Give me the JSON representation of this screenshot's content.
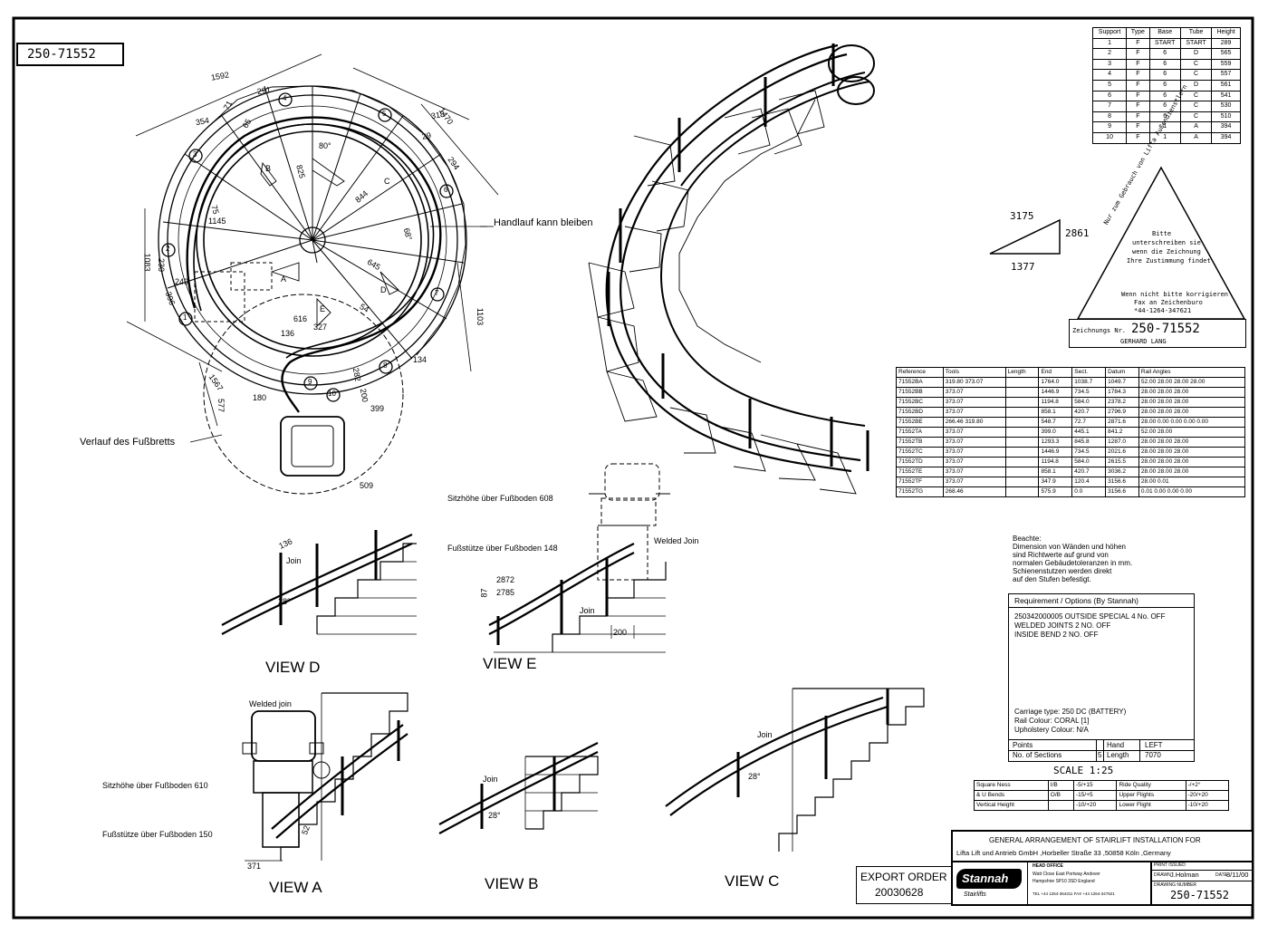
{
  "drawing_number": "250-71552",
  "support_table": {
    "headers": [
      "Support",
      "Type",
      "Base",
      "Tube",
      "Height"
    ],
    "rows": [
      [
        "1",
        "F",
        "START",
        "START",
        "289"
      ],
      [
        "2",
        "F",
        "6",
        "D",
        "565"
      ],
      [
        "3",
        "F",
        "6",
        "C",
        "559"
      ],
      [
        "4",
        "F",
        "6",
        "C",
        "557"
      ],
      [
        "5",
        "F",
        "6",
        "D",
        "561"
      ],
      [
        "6",
        "F",
        "6",
        "C",
        "541"
      ],
      [
        "7",
        "F",
        "6",
        "C",
        "530"
      ],
      [
        "8",
        "F",
        "6",
        "C",
        "510"
      ],
      [
        "9",
        "F",
        "1",
        "A",
        "394"
      ],
      [
        "10",
        "F",
        "1",
        "A",
        "394"
      ]
    ]
  },
  "triangle_dims": {
    "hyp": "3175",
    "vertical": "2861",
    "base": "1377"
  },
  "approval": {
    "top_text": "Nur zum Gebrauch von Lifta Außendienstlern",
    "bitte_1": "Bitte",
    "bitte_2": "unterschreiben sie",
    "bitte_3": "wenn die Zeichnung",
    "bitte_4": "Ihre Zustimmung findet",
    "korr_1": "Wenn nicht bitte korrigieren",
    "korr_2": "Fax an Zeichenburo",
    "korr_3": "*44-1264-347621",
    "zeichnung_label": "Zeichnungs Nr.",
    "zeichnung_nr": "250-71552",
    "name": "GERHARD LANG"
  },
  "rail_table": {
    "headers": [
      "Reference",
      "Tools",
      "Length",
      "End",
      "Sect.",
      "Datum",
      "Rail Angles"
    ],
    "rows": [
      [
        "71552BA",
        "319.80  373.07",
        "",
        "1764.0",
        "1038.7",
        "1049.7",
        "52.00  28.00  28.00  28.00"
      ],
      [
        "71552BB",
        "373.07",
        "",
        "1446.9",
        "734.5",
        "1784.3",
        "28.00  28.00  28.00"
      ],
      [
        "71552BC",
        "373.07",
        "",
        "1194.8",
        "584.0",
        "2378.2",
        "28.00  28.00  28.00"
      ],
      [
        "71552BD",
        "373.07",
        "",
        "858.1",
        "420.7",
        "2796.9",
        "28.00  28.00  28.00"
      ],
      [
        "71552BE",
        "266.46  319.80",
        "",
        "548.7",
        "72.7",
        "2871.6",
        "28.00  0.00  0.00  0.00  0.00"
      ],
      [
        "71552TA",
        "373.07",
        "",
        "399.0",
        "445.1",
        "841.2",
        "52.00  28.00"
      ],
      [
        "71552TB",
        "373.07",
        "",
        "1293.3",
        "845.8",
        "1287.0",
        "28.00  28.00  28.00"
      ],
      [
        "71552TC",
        "373.07",
        "",
        "1446.9",
        "734.5",
        "2021.6",
        "28.00  28.00  28.00"
      ],
      [
        "71552TD",
        "373.07",
        "",
        "1194.8",
        "584.0",
        "2615.5",
        "28.00  28.00  28.00"
      ],
      [
        "71552TE",
        "373.07",
        "",
        "858.1",
        "420.7",
        "3036.2",
        "28.00  28.00  28.00"
      ],
      [
        "71552TF",
        "373.07",
        "",
        "347.9",
        "120.4",
        "3156.6",
        "28.00  0.01"
      ],
      [
        "71552TG",
        "268.46",
        "",
        "575.9",
        "0.0",
        "3156.6",
        "0.01  0.00  0.00  0.00"
      ]
    ]
  },
  "beachte": [
    "Beachte:",
    "Dimension von Wänden und höhen",
    "sind Richtwerte auf grund von",
    "normalen Gebäudetoleranzen in mm.",
    "Schienenstutzen werden direkt",
    "auf den Stufen befestigt."
  ],
  "requirement": {
    "title": "Requirement / Options (By Stannah)",
    "lines": [
      "250342000005 OUTSIDE SPECIAL 4 No. OFF",
      "WELDED JOINTS 2 NO. OFF",
      "INSIDE BEND 2 NO. OFF"
    ],
    "carriage": "Carriage type: 250 DC (BATTERY)",
    "rail_colour": "Rail Colour: CORAL [1]",
    "upholstery": "Upholstery Colour: N/A",
    "points_label": "Points",
    "hand_label": "Hand",
    "hand_value": "LEFT",
    "sections_label": "No. of Sections",
    "sections_value": "5",
    "length_label": "Length",
    "length_value": "7070"
  },
  "scale": "SCALE 1:25",
  "tolerance": {
    "rows": [
      [
        "Square Ness",
        "I/B",
        "-5/+15",
        "Ride Quality",
        "-/+2°"
      ],
      [
        "& U Bends",
        "O/B",
        "-15/+5",
        "Upper Flights",
        "-20/+20"
      ],
      [
        "Vertical Height",
        "",
        "-10/+20",
        "Lower Flight",
        "-10/+20"
      ]
    ]
  },
  "title_block": {
    "line1": "GENERAL ARRANGEMENT OF STAIRLIFT INSTALLATION FOR",
    "line2": "Lifta Lift und Antrieb GmbH ,Horbeller Straße 33 ,50858 Köln ,Germany",
    "brand": "Stannah",
    "brand_sub": "Stairlifts",
    "head_office": "HEAD OFFICE",
    "addr1": "Watt Close East Portway Andover",
    "addr2": "Hampshire SP10 3SD England",
    "addr3": "TEL +44 1264-364311  FAX +44 1264-347621",
    "print_label": "PRINT ISSUED",
    "drawn_label": "DRAWN",
    "drawn_by": "J.Holman",
    "date_label": "DATE",
    "date": "8/11/00",
    "dwg_label": "DRAWING NUMBER",
    "dwg_no": "250-71552"
  },
  "export_order": {
    "label": "EXPORT ORDER",
    "number": "20030628"
  },
  "plan_labels": {
    "handlauf": "Handlauf kann bleiben",
    "verlauf": "Verlauf des Fußbretts",
    "dims": [
      "1592",
      "291",
      "71",
      "354",
      "65",
      "318",
      "1470",
      "29",
      "294",
      "80°",
      "825",
      "844",
      "68°",
      "645",
      "54",
      "75",
      "1145",
      "1083",
      "230",
      "249",
      "396",
      "616",
      "136",
      "327",
      "282",
      "200",
      "399",
      "180",
      "577",
      "1567",
      "509",
      "134",
      "1103"
    ],
    "arrow_labels": [
      "A",
      "B",
      "C",
      "D",
      "E"
    ],
    "supports": [
      "1",
      "2",
      "3",
      "4",
      "5",
      "6",
      "7",
      "8",
      "9",
      "10"
    ]
  },
  "view_labels": {
    "view_d": "VIEW D",
    "view_e": "VIEW E",
    "view_a": "VIEW A",
    "view_b": "VIEW B",
    "view_c": "VIEW C",
    "join": "Join",
    "welded_join": "Welded Join",
    "welded_join_a": "Welded join",
    "angle": "28°",
    "d136": "136",
    "sitz_608": "Sitzhöhe über Fußboden 608",
    "fuss_148": "Fußstütze über Fußboden 148",
    "sitz_610": "Sitzhöhe über Fußboden 610",
    "fuss_150": "Fußstütze über Fußboden 150",
    "e_2872": "2872",
    "e_2785": "2785",
    "e_87": "87",
    "e_200": "200",
    "a_371": "371",
    "a_52": "52"
  }
}
